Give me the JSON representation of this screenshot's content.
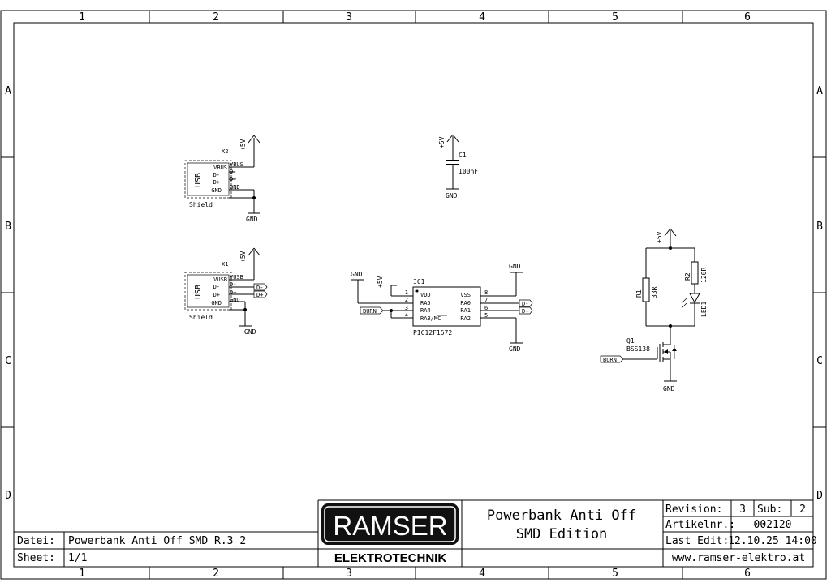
{
  "frame": {
    "columns": [
      "1",
      "2",
      "3",
      "4",
      "5",
      "6"
    ],
    "rows": [
      "A",
      "B",
      "C",
      "D"
    ]
  },
  "usb_x2": {
    "ref": "X2",
    "type": "USB",
    "pins": [
      "VBUS",
      "D-",
      "D+",
      "GND"
    ],
    "nets": [
      "VBUS",
      "D-",
      "D+",
      "GND"
    ],
    "shield": "Shield",
    "power": "+5V",
    "gnd": "GND"
  },
  "usb_x1": {
    "ref": "X1",
    "type": "USB",
    "pins": [
      "VUSB",
      "D-",
      "D+",
      "GND"
    ],
    "nets": [
      "VUSB",
      "D-",
      "D+",
      "GND"
    ],
    "shield": "Shield",
    "power": "+5V",
    "gnd": "GND",
    "ports": [
      "D-",
      "D+"
    ]
  },
  "cap": {
    "ref": "C1",
    "value": "100nF",
    "power": "+5V",
    "gnd": "GND"
  },
  "ic": {
    "ref": "IC1",
    "part": "PIC12F1572",
    "left_pins": [
      {
        "num": "1",
        "name": "VDD"
      },
      {
        "num": "2",
        "name": "RA5"
      },
      {
        "num": "3",
        "name": "RA4"
      },
      {
        "num": "4",
        "name": "RA3/MC"
      }
    ],
    "right_pins": [
      {
        "num": "8",
        "name": "VSS"
      },
      {
        "num": "7",
        "name": "RA0"
      },
      {
        "num": "6",
        "name": "RA1"
      },
      {
        "num": "5",
        "name": "RA2"
      }
    ],
    "gnd_left": "GND",
    "power": "+5V",
    "gnd_top": "GND",
    "gnd_bottom": "GND",
    "port_burn": "BURN",
    "port_dm": "D-",
    "port_dp": "D+"
  },
  "load": {
    "power": "+5V",
    "r1_ref": "R1",
    "r1_val": "33R",
    "r2_ref": "R2",
    "r2_val": "120R",
    "led_ref": "LED1",
    "q_ref": "Q1",
    "q_val": "BSS138",
    "port_burn": "BURN",
    "gnd": "GND"
  },
  "titleblock": {
    "logo_name": "RAMSER",
    "logo_sub": "ELEKTROTECHNIK",
    "title1": "Powerbank Anti Off",
    "title2": "SMD Edition",
    "datei_label": "Datei:",
    "datei_value": "Powerbank Anti Off SMD R.3_2",
    "sheet_label": "Sheet:",
    "sheet_value": "1/1",
    "revision_label": "Revision:",
    "revision_value": "3",
    "sub_label": "Sub:",
    "sub_value": "2",
    "artikel_label": "Artikelnr.:",
    "artikel_value": "002120",
    "lastedit_label": "Last Edit:",
    "lastedit_value": "12.10.25 14:00",
    "website": "www.ramser-elektro.at"
  }
}
